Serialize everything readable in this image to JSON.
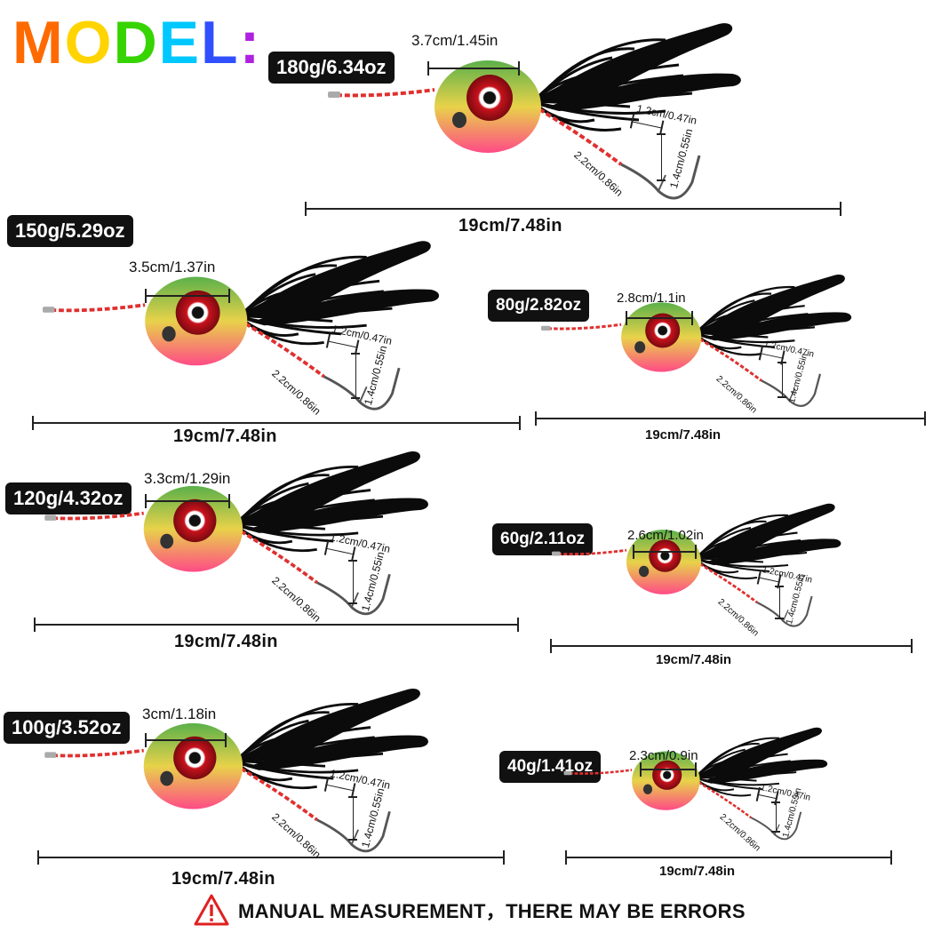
{
  "title_chars": [
    "M",
    "O",
    "D",
    "E",
    "L",
    ":"
  ],
  "title_colors": [
    "#ff6a00",
    "#ffd400",
    "#36d400",
    "#00c8ff",
    "#3050ff",
    "#b020e0"
  ],
  "warning_text": "MANUAL MEASUREMENT，THERE MAY BE ERRORS",
  "warning_icon": "warning-triangle-icon",
  "colors": {
    "badge_bg": "#111111",
    "jig_top": "#5bb04a",
    "jig_mid": "#e8d24a",
    "jig_bottom": "#ff4b86",
    "eye": "#c8121c",
    "skirt": "#0b0b0b",
    "line": "#e03030"
  },
  "models": [
    {
      "weight": "180g/6.34oz",
      "head": "3.7cm/1.45in",
      "length": "19cm/7.48in",
      "hook_gap": "1.2cm/0.47in",
      "hook_len": "2.2cm/0.86in",
      "hook_h": "1.4cm/0.55in"
    },
    {
      "weight": "150g/5.29oz",
      "head": "3.5cm/1.37in",
      "length": "19cm/7.48in",
      "hook_gap": "1.2cm/0.47in",
      "hook_len": "2.2cm/0.86in",
      "hook_h": "1.4cm/0.55in"
    },
    {
      "weight": "80g/2.82oz",
      "head": "2.8cm/1.1in",
      "length": "19cm/7.48in",
      "hook_gap": "1.2cm/0.47in",
      "hook_len": "2.2cm/0.86in",
      "hook_h": "1.4cm/0.55in"
    },
    {
      "weight": "120g/4.32oz",
      "head": "3.3cm/1.29in",
      "length": "19cm/7.48in",
      "hook_gap": "1.2cm/0.47in",
      "hook_len": "2.2cm/0.86in",
      "hook_h": "1.4cm/0.55in"
    },
    {
      "weight": "60g/2.11oz",
      "head": "2.6cm/1.02in",
      "length": "19cm/7.48in",
      "hook_gap": "1.2cm/0.47in",
      "hook_len": "2.2cm/0.86in",
      "hook_h": "1.4cm/0.55in"
    },
    {
      "weight": "100g/3.52oz",
      "head": "3cm/1.18in",
      "length": "19cm/7.48in",
      "hook_gap": "1.2cm/0.47in",
      "hook_len": "2.2cm/0.86in",
      "hook_h": "1.4cm/0.55in"
    },
    {
      "weight": "40g/1.41oz",
      "head": "2.3cm/0.9in",
      "length": "19cm/7.48in",
      "hook_gap": "1.2cm/0.47in",
      "hook_len": "2.2cm/0.86in",
      "hook_h": "1.4cm/0.55in"
    }
  ]
}
